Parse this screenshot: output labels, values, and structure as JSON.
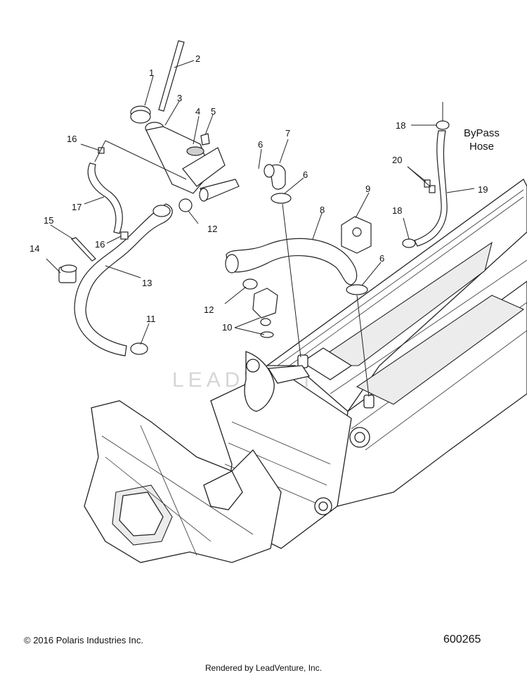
{
  "callouts": [
    "1",
    "2",
    "3",
    "4",
    "5",
    "6",
    "6",
    "6",
    "7",
    "8",
    "9",
    "10",
    "11",
    "12",
    "12",
    "13",
    "14",
    "15",
    "16",
    "16",
    "17",
    "18",
    "18",
    "19",
    "20"
  ],
  "bypass_note": [
    "ByPass",
    "Hose"
  ],
  "watermark": "LEADVENTURE",
  "footer": {
    "copyright": "© 2016 Polaris Industries Inc.",
    "diagram_number": "600265",
    "rendered_by": "Rendered by LeadVenture, Inc."
  },
  "colors": {
    "line": "#222222",
    "background": "#ffffff",
    "watermark": "#d6d6d6"
  }
}
